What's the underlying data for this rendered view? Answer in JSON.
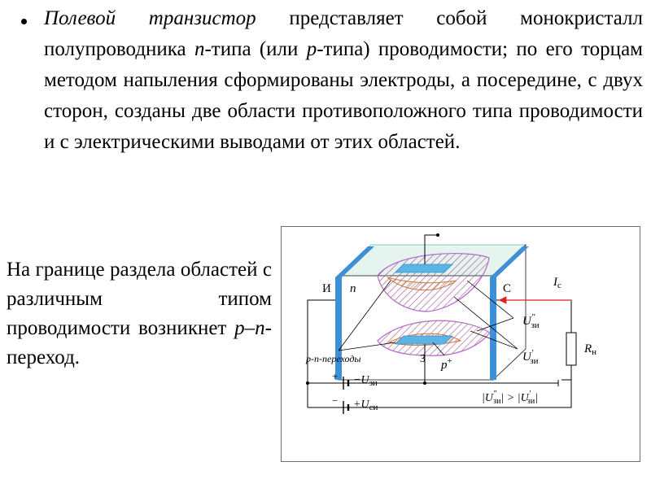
{
  "bullet": {
    "term1": "Полевой",
    "term2": "транзистор",
    "text": " представляет собой монокристалл полупроводника ",
    "n_letter": "n",
    "text2": "-типа (или ",
    "p_letter": "p",
    "text3": "-типа) проводимости; по его торцам методом напыления сформированы электроды, а посередине, с двух сторон, созданы две области противоположного типа проводимости и с электрическими выводами от этих областей."
  },
  "side": {
    "text1": "На границе раздела областей с различным типом проводимости возникнет ",
    "pn": "p–n",
    "text2": "-переход."
  },
  "diagram": {
    "label_source": "И",
    "label_n": "n",
    "label_drain": "С",
    "label_ic": "I",
    "label_ic_sub": "c",
    "label_uzi2": "U",
    "label_uzi2_sup": "″",
    "label_uzi2_sub": "зи",
    "label_uzi1": "U",
    "label_uzi1_sup": "′",
    "label_uzi1_sub": "зи",
    "label_rn": "R",
    "label_rn_sub": "н",
    "label_pn": "p-n-переходы",
    "label_gate": "З",
    "label_p": "p",
    "label_p_sup": "+",
    "gate_batt_plus": "+",
    "gate_batt_minus": "−U",
    "gate_batt_sub": "зи",
    "drain_batt_minus": "−",
    "drain_batt_plus": "+U",
    "drain_batt_sub": "си",
    "cmp_left": "|U",
    "cmp_left_sup": "″",
    "cmp_left_sub": "зи",
    "cmp_mid": "| > |U",
    "cmp_right_sup": "′",
    "cmp_right_sub": "зи",
    "cmp_end": "|",
    "colors": {
      "electrode": "#3d8fd6",
      "channel_top": "#d8f0e8",
      "depletion": "#b36ac8",
      "gate": "#5ab4e4",
      "hatch": "#c8783c",
      "arrow": "#e02020",
      "wire": "#000000"
    }
  }
}
